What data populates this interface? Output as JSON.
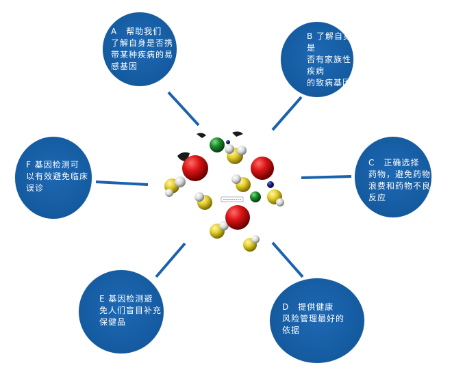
{
  "diagram": {
    "nodes": [
      {
        "id": "A",
        "text": "A　帮助我们\n了解自身是否携\n带某种疾病的易\n感基因"
      },
      {
        "id": "B",
        "text": "B 了解自身是\n否有家族性疾病\n的致病基因"
      },
      {
        "id": "C",
        "text": "C　正确选择\n药物，避免药物\n浪费和药物不良\n反应"
      },
      {
        "id": "D",
        "text": "D　提供健康\n风险管理最好的\n依据"
      },
      {
        "id": "E",
        "text": "E 基因检测避\n免人们盲目补充\n保健品"
      },
      {
        "id": "F",
        "text": "F 基因检测可\n以有效避免临床\n误诊"
      }
    ],
    "colors": {
      "node_fill": "#145a9f",
      "connector": "#1a62ad",
      "oxygen": "#cc1111",
      "carbon": "#1a7a2a",
      "hydrogen": "#e7d23a",
      "nitrogen": "#1a1a7a"
    }
  }
}
